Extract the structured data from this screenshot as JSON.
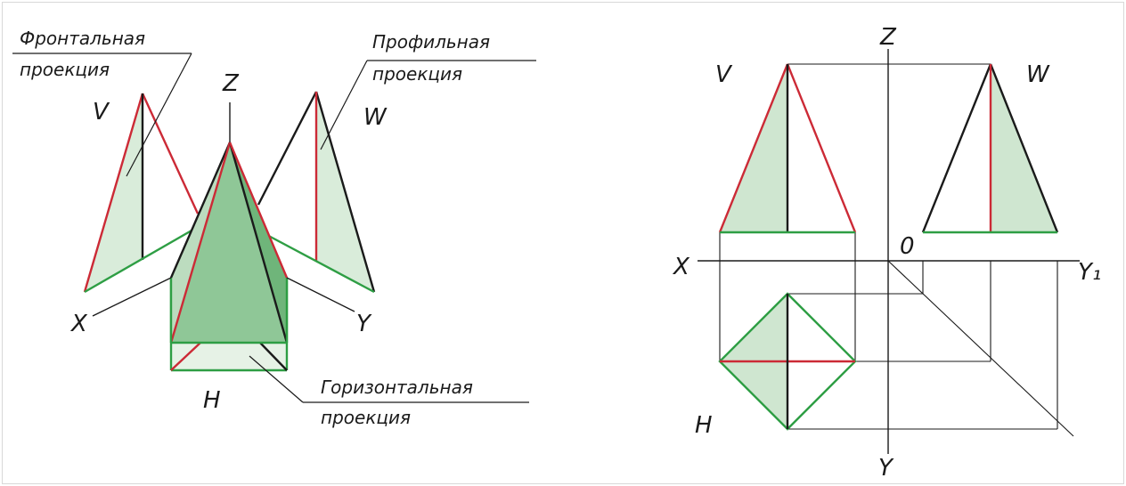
{
  "colors": {
    "red": "#cc2a36",
    "green": "#2e9e44",
    "black": "#1a1a1a",
    "face_fill": "#cfe6d0",
    "face_fill_dark": "#8fc797"
  },
  "left_figure": {
    "labels": {
      "frontal_line1": "Фронтальная",
      "frontal_line2": "проекция",
      "profile_line1": "Профильная",
      "profile_line2": "проекция",
      "horizontal_line1": "Горизонтальная",
      "horizontal_line2": "проекция",
      "V": "V",
      "W": "W",
      "Z": "Z",
      "X": "X",
      "Y": "Y",
      "H": "H"
    }
  },
  "right_figure": {
    "labels": {
      "Z": "Z",
      "V": "V",
      "W": "W",
      "O": "0",
      "X": "X",
      "Y1": "Y₁",
      "H": "H",
      "Y": "Y"
    }
  }
}
